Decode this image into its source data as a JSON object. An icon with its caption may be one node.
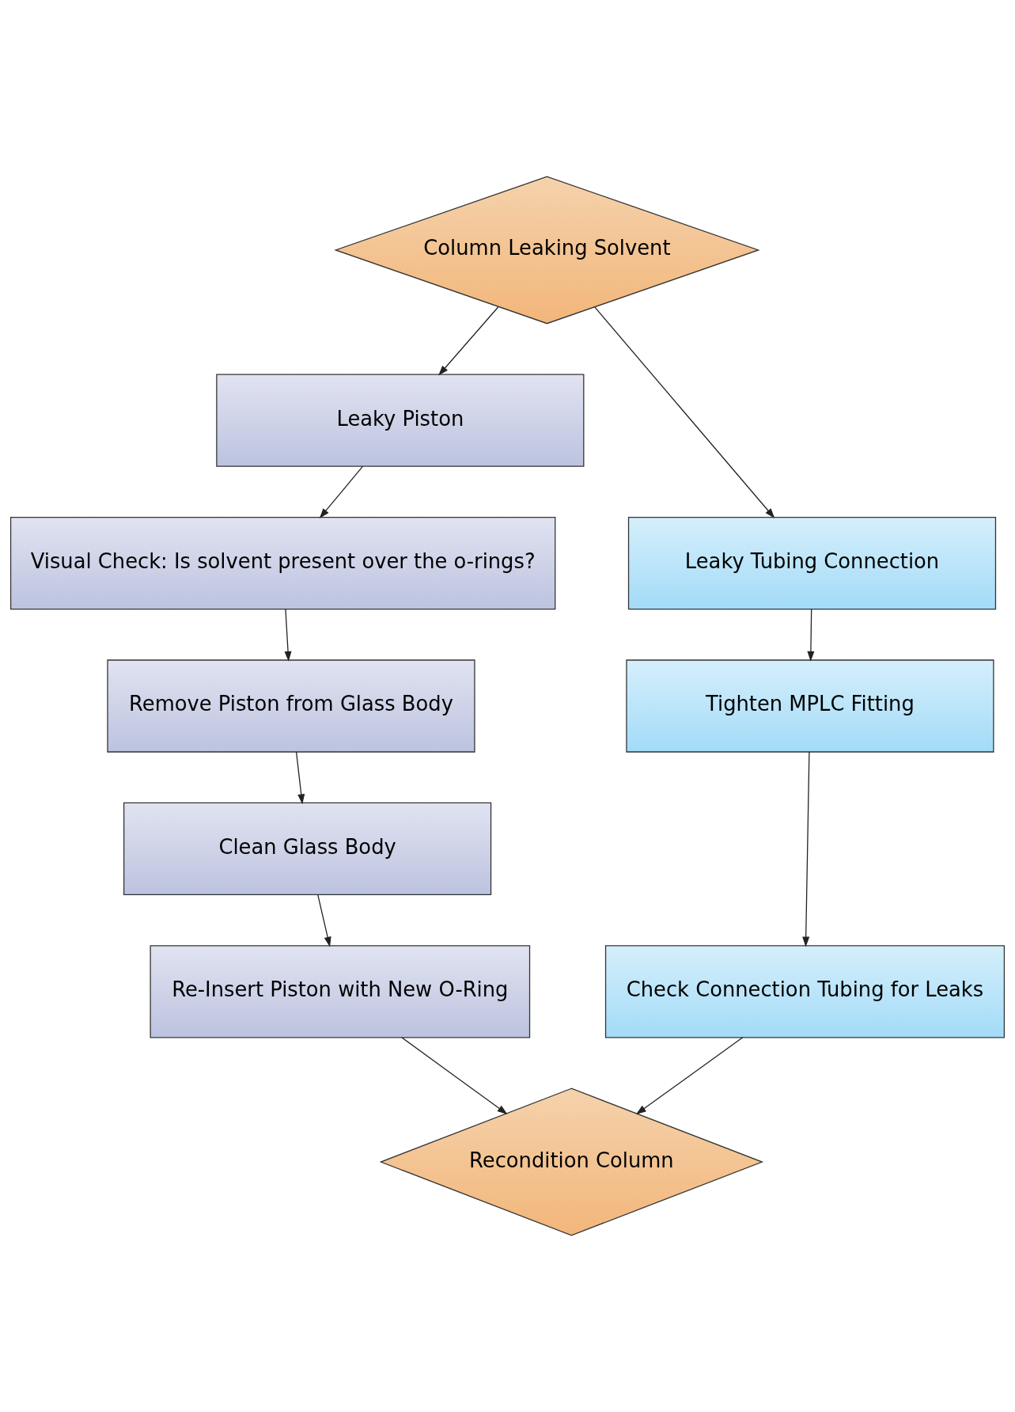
{
  "diagram": {
    "nodes": [
      {
        "text": [
          "Column Leaking Solvent"
        ]
      },
      {
        "text": [
          "Leaky Piston"
        ]
      },
      {
        "text": [
          "Leaky Tubing Connection"
        ]
      },
      {
        "text": [
          "Visual Check: Is solvent present over the o-rings?"
        ]
      },
      {
        "text": [
          "Tighten MPLC Fitting"
        ]
      },
      {
        "text": [
          "Remove Piston from Glass Body"
        ]
      },
      {
        "text": [
          "Clean Glass Body"
        ]
      },
      {
        "text": [
          "Re-Insert Piston with New O-Ring"
        ]
      },
      {
        "text": [
          "Check Connection Tubing for Leaks"
        ]
      },
      {
        "text": [
          "Recondition Column"
        ]
      }
    ],
    "edges": [
      {
        "from": 0,
        "to": 1,
        "arrow": "to"
      },
      {
        "from": 0,
        "to": 2,
        "arrow": "to"
      },
      {
        "from": 1,
        "to": 3,
        "arrow": "to"
      },
      {
        "from": 3,
        "to": 5,
        "arrow": "to"
      },
      {
        "from": 5,
        "to": 6,
        "arrow": "to"
      },
      {
        "from": 6,
        "to": 7,
        "arrow": "to"
      },
      {
        "from": 2,
        "to": 4,
        "arrow": "to"
      },
      {
        "from": 4,
        "to": 8,
        "arrow": "to"
      },
      {
        "from": 7,
        "to": 9,
        "arrow": "to"
      },
      {
        "from": 8,
        "to": 9,
        "arrow": "to"
      }
    ]
  }
}
